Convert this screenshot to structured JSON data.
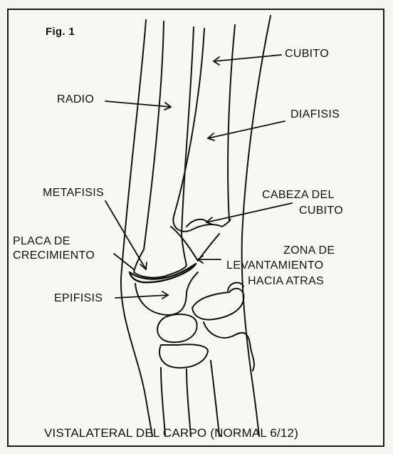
{
  "figure": {
    "number_label": "Fig. 1",
    "caption": "VISTALATERAL DEL CARPO (NORMAL 6/12)"
  },
  "labels": {
    "cubito": "CUBITO",
    "radio": "RADIO",
    "diafisis": "DIAFISIS",
    "metafisis": "METAFISIS",
    "cabeza_l1": "CABEZA DEL",
    "cabeza_l2": "CUBITO",
    "placa_l1": "PLACA DE",
    "placa_l2": "CRECIMIENTO",
    "zona_l1": "ZONA DE",
    "zona_l2": "LEVANTAMIENTO",
    "zona_l3": "HACIA ATRAS",
    "epifisis": "EPIFISIS"
  },
  "colors": {
    "ink": "#111111",
    "paper": "#f7f7f5"
  }
}
